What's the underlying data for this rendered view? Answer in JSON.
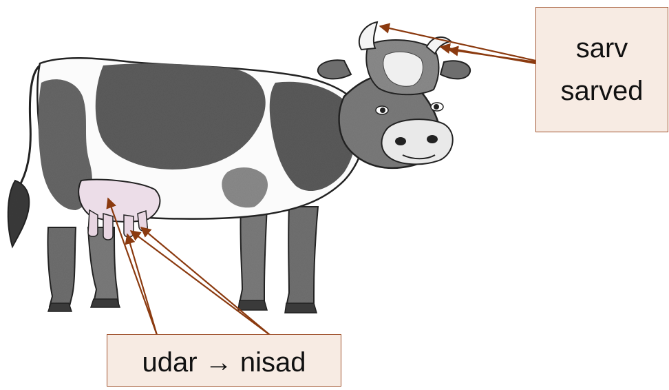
{
  "labels": {
    "horn_singular": "sarv",
    "horn_plural": "sarved",
    "udder_text": "udar → nisad"
  },
  "colors": {
    "box_fill": "#f7ebe3",
    "box_border": "#a0522d",
    "arrow": "#8b3a0f",
    "cow_patch": "#5c5c5c",
    "udder": "#ecdde8"
  },
  "illustration": {
    "subject": "cow",
    "style": "pencil-shaded drawing"
  }
}
